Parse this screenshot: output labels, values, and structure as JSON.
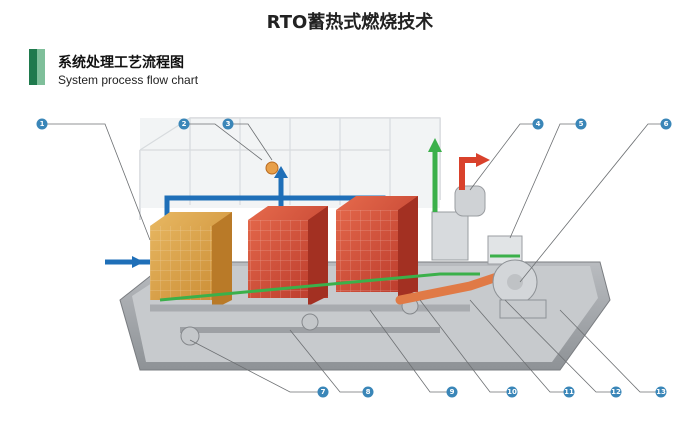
{
  "title": "RTO蓄热式燃烧技术",
  "subtitle_cn": "系统处理工艺流程图",
  "subtitle_en": "System process flow chart",
  "callout_labels": [
    "1",
    "2",
    "3",
    "4",
    "5",
    "6",
    "7",
    "8",
    "9",
    "10",
    "11",
    "12",
    "13"
  ],
  "colors": {
    "accent_dark": "#1f7a4d",
    "accent_light": "#7fbf9a",
    "callout": "#3a86b8",
    "pipe_blue": "#1f6fb8",
    "pipe_red": "#d9412b",
    "pipe_green": "#3bb04a",
    "chamber_yellow": "#e0a94a",
    "chamber_red": "#d9533a"
  }
}
